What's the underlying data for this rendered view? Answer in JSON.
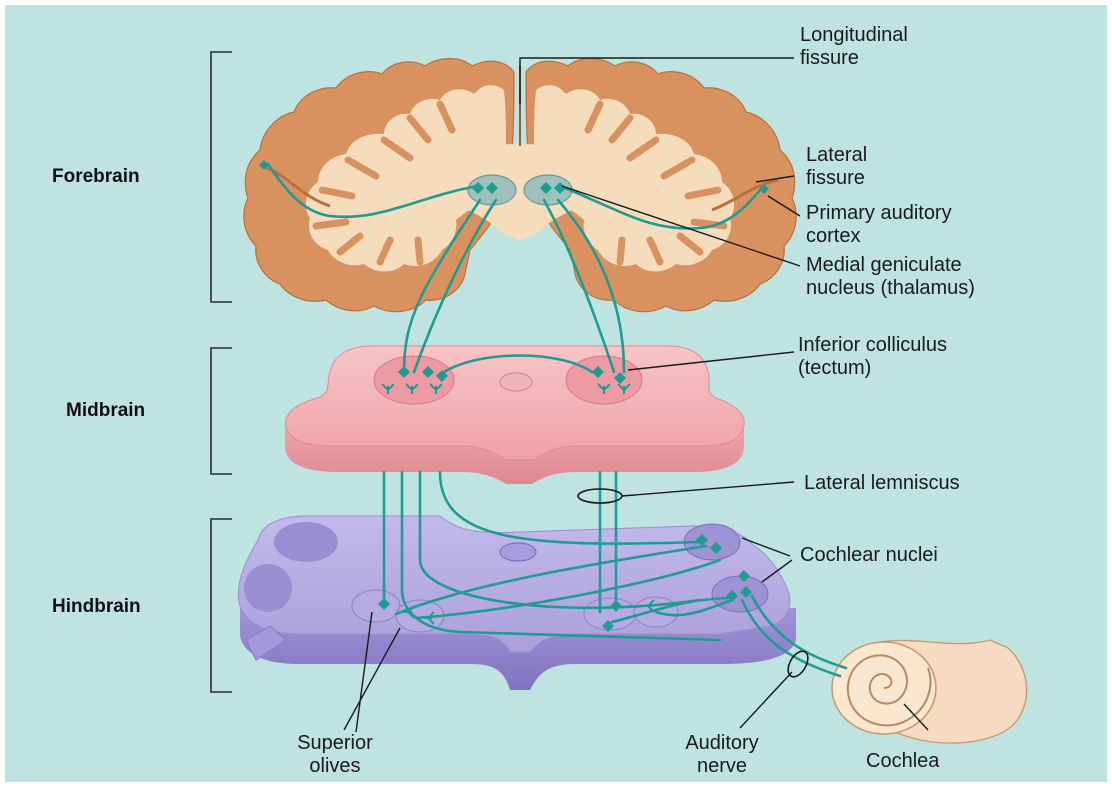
{
  "colors": {
    "background": "#bfe3e0",
    "cortex": "#d9925f",
    "white_matter": "#f5dcbc",
    "pathway": "#1f9b93",
    "midbrain": "#f4b3b6",
    "hindbrain": "#b3a8df"
  },
  "regions": {
    "forebrain": "Forebrain",
    "midbrain": "Midbrain",
    "hindbrain": "Hindbrain"
  },
  "labels": {
    "longitudinal_fissure": [
      "Longitudinal",
      "fissure"
    ],
    "lateral_fissure": [
      "Lateral",
      "fissure"
    ],
    "primary_auditory_cortex": [
      "Primary auditory",
      "cortex"
    ],
    "medial_geniculate": [
      "Medial geniculate",
      "nucleus (thalamus)"
    ],
    "inferior_colliculus": [
      "Inferior colliculus",
      "(tectum)"
    ],
    "lateral_lemniscus": "Lateral lemniscus",
    "cochlear_nuclei": "Cochlear nuclei",
    "superior_olives": [
      "Superior",
      "olives"
    ],
    "auditory_nerve": [
      "Auditory",
      "nerve"
    ],
    "cochlea": "Cochlea"
  }
}
